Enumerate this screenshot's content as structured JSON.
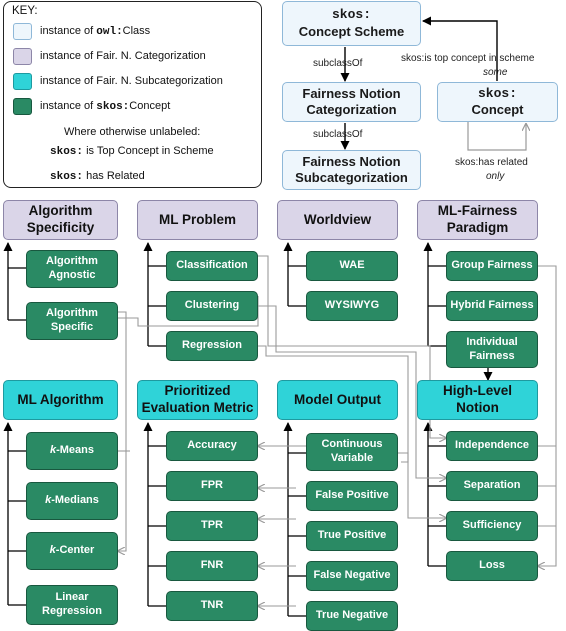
{
  "key": {
    "title": "KEY:",
    "rows": [
      {
        "pre": "instance of ",
        "code": "owl:",
        "post": "Class"
      },
      {
        "pre": "instance of Fair. N. Categorization",
        "code": "",
        "post": ""
      },
      {
        "pre": "instance of Fair. N. Subcategorization",
        "code": "",
        "post": ""
      },
      {
        "pre": "instance of ",
        "code": "skos:",
        "post": "Concept"
      }
    ],
    "note": "Where otherwise unlabeled:",
    "edges": [
      {
        "code": "skos:",
        "text": " is Top Concept in Scheme"
      },
      {
        "code": "skos:",
        "text": " has Related"
      }
    ],
    "colors": {
      "class": "#eef6fc",
      "categorization": "#dad5e8",
      "subcategorization": "#2fd3d8",
      "concept": "#2a8a64"
    }
  },
  "classes": {
    "concept_scheme": {
      "code": "skos:",
      "label": "Concept Scheme"
    },
    "categorization": {
      "line1": "Fairness Notion",
      "line2": "Categorization"
    },
    "subcategorization": {
      "line1": "Fairness Notion",
      "line2": "Subcategorization"
    },
    "concept": {
      "code": "skos:",
      "label": "Concept"
    }
  },
  "edge_labels": {
    "subclass1": "subclassOf",
    "subclass2": "subclassOf",
    "top_concept": "skos:is top concept in scheme",
    "some": "some",
    "has_related": "skos:has related",
    "only": "only"
  },
  "categorizations": {
    "algorithm_specificity": {
      "line1": "Algorithm",
      "line2": "Specificity"
    },
    "ml_problem": {
      "line1": "ML Problem"
    },
    "worldview": {
      "line1": "Worldview"
    },
    "ml_fairness_paradigm": {
      "line1": "ML-Fairness",
      "line2": "Paradigm"
    }
  },
  "subcategorizations": {
    "ml_algorithm": {
      "line1": "ML Algorithm"
    },
    "prioritized_metric": {
      "line1": "Prioritized",
      "line2": "Evaluation Metric"
    },
    "model_output": {
      "line1": "Model Output"
    },
    "high_level_notion": {
      "line1": "High-Level",
      "line2": "Notion"
    }
  },
  "concepts": {
    "algorithm_agnostic": {
      "line1": "Algorithm",
      "line2": "Agnostic"
    },
    "algorithm_specific": {
      "line1": "Algorithm",
      "line2": "Specific"
    },
    "classification": {
      "line1": "Classification"
    },
    "clustering": {
      "line1": "Clustering"
    },
    "regression": {
      "line1": "Regression"
    },
    "wae": {
      "line1": "WAE"
    },
    "wysiwyg": {
      "line1": "WYSIWYG"
    },
    "group_fairness": {
      "line1": "Group Fairness"
    },
    "hybrid_fairness": {
      "line1": "Hybrid Fairness"
    },
    "individual_fairness": {
      "line1": "Individual",
      "line2": "Fairness"
    },
    "k_means": {
      "italic": "k",
      "rest": "-Means"
    },
    "k_medians": {
      "italic": "k",
      "rest": "-Medians"
    },
    "k_center": {
      "italic": "k",
      "rest": "-Center"
    },
    "linear_regression": {
      "line1": "Linear",
      "line2": "Regression"
    },
    "accuracy": {
      "line1": "Accuracy"
    },
    "fpr": {
      "line1": "FPR"
    },
    "tpr": {
      "line1": "TPR"
    },
    "fnr": {
      "line1": "FNR"
    },
    "tnr": {
      "line1": "TNR"
    },
    "continuous_variable": {
      "line1": "Continuous",
      "line2": "Variable"
    },
    "false_positive": {
      "line1": "False Positive"
    },
    "true_positive": {
      "line1": "True Positive"
    },
    "false_negative": {
      "line1": "False Negative"
    },
    "true_negative": {
      "line1": "True Negative"
    },
    "independence": {
      "line1": "Independence"
    },
    "separation": {
      "line1": "Separation"
    },
    "sufficiency": {
      "line1": "Sufficiency"
    },
    "loss": {
      "line1": "Loss"
    }
  }
}
